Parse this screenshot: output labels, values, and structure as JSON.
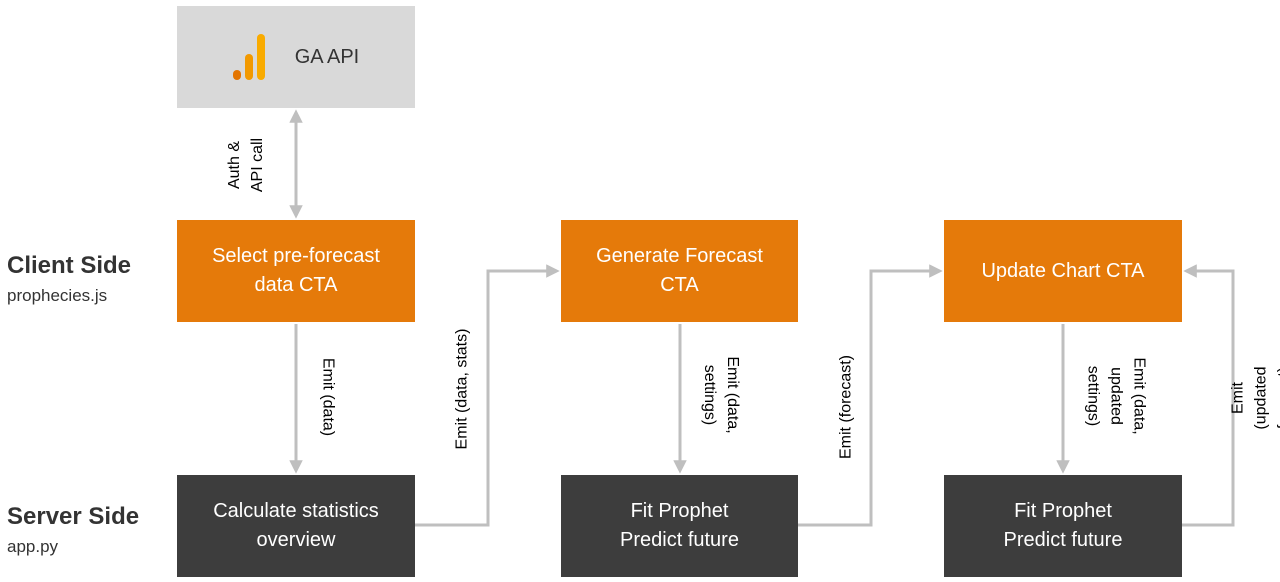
{
  "ga_api": {
    "label": "GA API",
    "icon": "google-analytics-icon"
  },
  "rows": {
    "client": {
      "title": "Client Side",
      "subtitle": "prophecies.js"
    },
    "server": {
      "title": "Server Side",
      "subtitle": "app.py"
    }
  },
  "client_boxes": [
    {
      "label": "Select pre-forecast\ndata CTA"
    },
    {
      "label": "Generate Forecast\nCTA"
    },
    {
      "label": "Update Chart CTA"
    }
  ],
  "server_boxes": [
    {
      "label": "Calculate statistics\noverview"
    },
    {
      "label": "Fit Prophet\nPredict future"
    },
    {
      "label": "Fit Prophet\nPredict future"
    }
  ],
  "edge_labels": {
    "auth": "Auth &\nAPI call",
    "emit_data": "Emit (data)",
    "emit_data_stats": "Emit (data, stats)",
    "emit_data_settings": "Emit (data,\nsettings)",
    "emit_forecast": "Emit (forecast)",
    "emit_data_updated_settings": "Emit (data,\nupdated\nsettings)",
    "emit_updated_forecast": "Emit (updated forecast)"
  },
  "colors": {
    "client_box": "#e57a0a",
    "server_box": "#3d3d3d",
    "ga_box": "#d9d9d9",
    "connector": "#bfbfbf",
    "ga_logo": [
      "#e37400",
      "#f29900",
      "#f9ab00"
    ]
  }
}
